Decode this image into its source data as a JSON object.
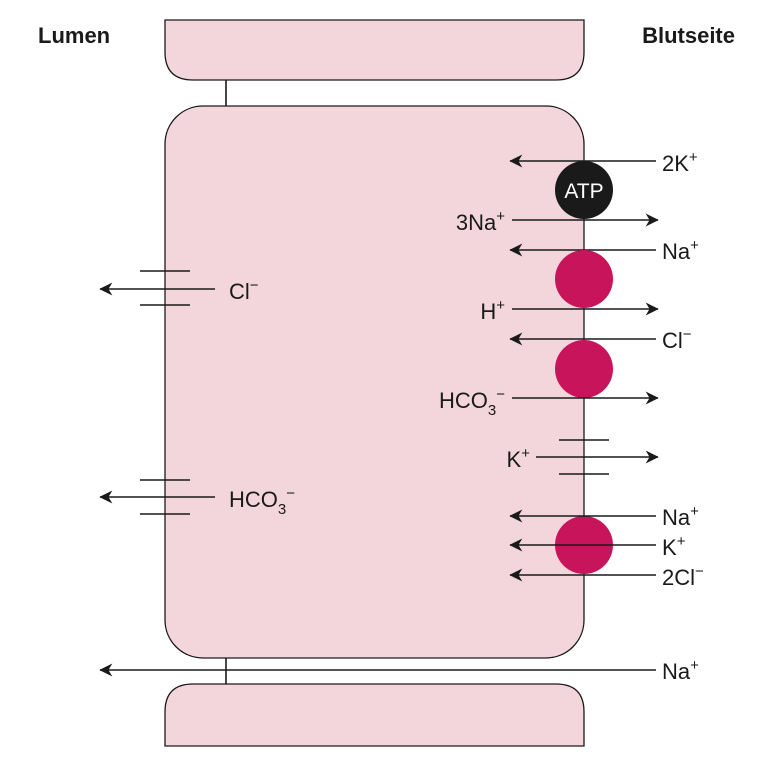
{
  "headers": {
    "left": "Lumen",
    "right": "Blutseite"
  },
  "atp_pump": {
    "label": "ATP",
    "out_ion": {
      "base": "2K",
      "sup": "+"
    },
    "in_ion": {
      "base": "3Na",
      "sup": "+"
    }
  },
  "na_h_exchanger": {
    "in_ion": {
      "base": "Na",
      "sup": "+"
    },
    "out_ion": {
      "base": "H",
      "sup": "+"
    }
  },
  "cl_hco3_exchanger": {
    "in_ion": {
      "base": "Cl",
      "sup": "−"
    },
    "out_ion": {
      "base": "HCO",
      "sub": "3",
      "sup": "−"
    }
  },
  "k_channel": {
    "ion": {
      "base": "K",
      "sup": "+"
    }
  },
  "nkcc_cotransporter": {
    "ions": [
      {
        "base": "Na",
        "sup": "+"
      },
      {
        "base": "K",
        "sup": "+"
      },
      {
        "base": "2Cl",
        "sup": "−"
      }
    ]
  },
  "luminal_cl_channel": {
    "ion": {
      "base": "Cl",
      "sup": "−"
    }
  },
  "luminal_hco3_channel": {
    "ion": {
      "base": "HCO",
      "sub": "3",
      "sup": "−"
    }
  },
  "paracellular": {
    "ion": {
      "base": "Na",
      "sup": "+"
    }
  },
  "colors": {
    "cell_fill": "#f3d6dc",
    "transporter": "#c8145a",
    "atp_pump": "#1a1a1a"
  }
}
